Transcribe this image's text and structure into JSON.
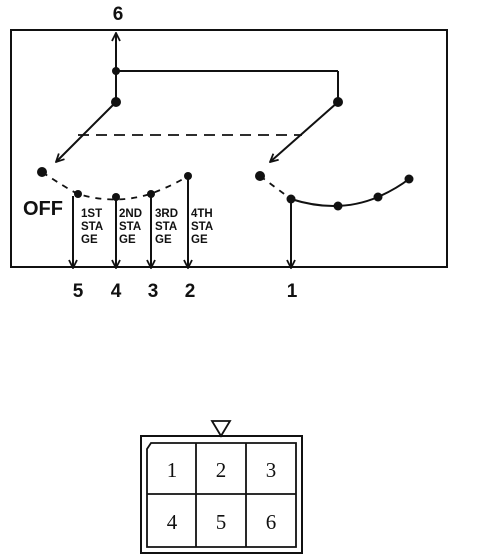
{
  "schematic": {
    "top_terminal": "6",
    "off_label": "OFF",
    "stages": [
      {
        "lines": [
          "1ST",
          "STA",
          "GE"
        ]
      },
      {
        "lines": [
          "2ND",
          "STA",
          "GE"
        ]
      },
      {
        "lines": [
          "3RD",
          "STA",
          "GE"
        ]
      },
      {
        "lines": [
          "4TH",
          "STA",
          "GE"
        ]
      }
    ],
    "bottom_terminals": [
      "5",
      "4",
      "3",
      "2",
      "1"
    ]
  },
  "connector": {
    "pins": [
      "1",
      "2",
      "3",
      "4",
      "5",
      "6"
    ]
  }
}
